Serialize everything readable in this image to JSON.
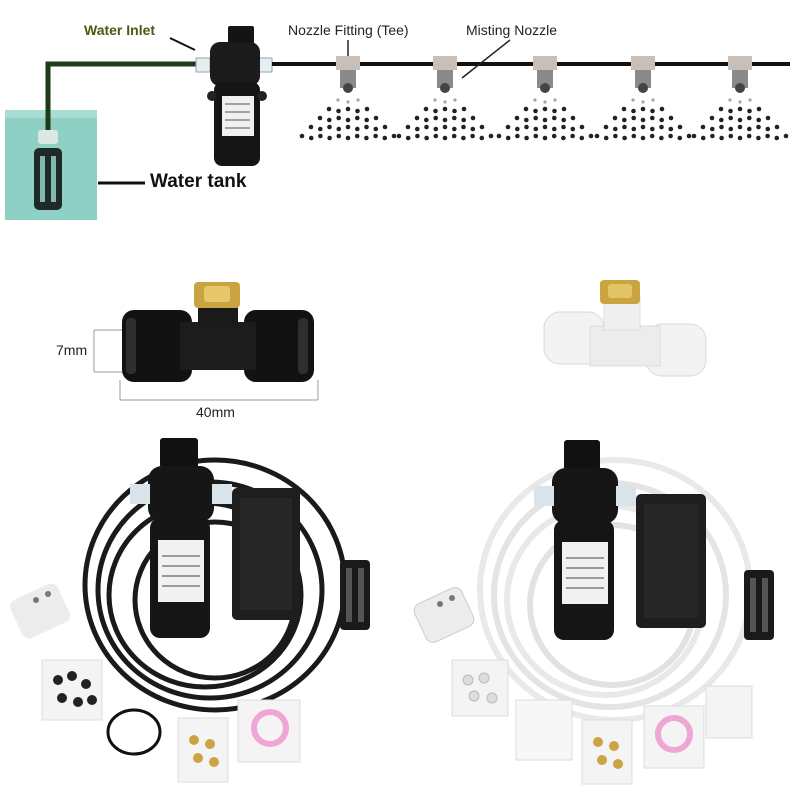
{
  "diagram": {
    "water_inlet_label": "Water Inlet",
    "nozzle_fitting_label": "Nozzle Fitting (Tee)",
    "misting_nozzle_label": "Misting Nozzle",
    "water_tank_label": "Water tank"
  },
  "dimensions": {
    "height_label": "7mm",
    "width_label": "40mm"
  },
  "colors": {
    "water_inlet_text": "#4a5a10",
    "tank_water": "#8fd0c4",
    "black_kit": "#1a1a1a",
    "white_kit": "#f2f2f2",
    "brass": "#c9a441"
  }
}
